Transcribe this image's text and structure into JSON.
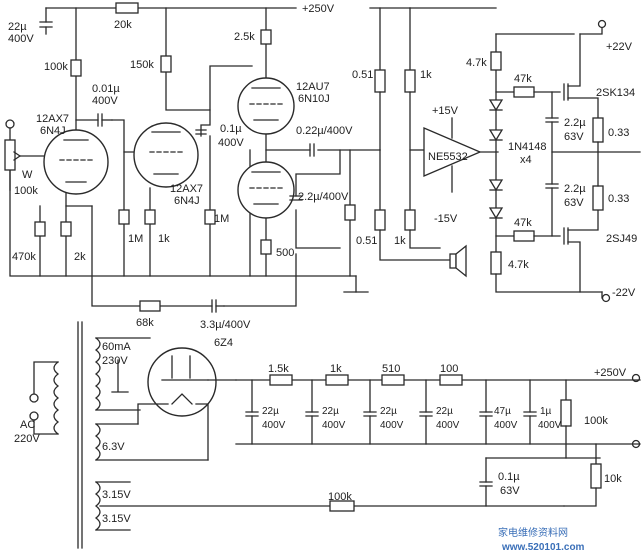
{
  "labels": {
    "c_22u_400": "22µ\n400V",
    "r_20k": "20k",
    "plus250_top": "+250V",
    "r_100k_1": "100k",
    "c_001": "0.01µ",
    "c_001_v": "400V",
    "r_150k": "150k",
    "r_25k": "2.5k",
    "v1_name": "12AX7",
    "v1_alt": "6N4J",
    "v3_name": "12AU7",
    "v3_alt": "6N10J",
    "c_01": "0.1µ",
    "c_01_v": "400V",
    "v2_name": "12AX7",
    "v2_alt": "6N4J",
    "c_022": "0.22µ/400V",
    "c_22_400": "2.2µ/400V",
    "pot_w": "W",
    "pot_100k": "100k",
    "r_470k": "470k",
    "r_2k": "2k",
    "r_1m_1": "1M",
    "r_1k_1": "1k",
    "r_1m_2": "1M",
    "r_500": "500",
    "r_051_top": "0.51",
    "r_1k_top": "1k",
    "r_051_bot": "0.51",
    "r_1k_bot": "1k",
    "opamp": "NE5532",
    "plus15": "+15V",
    "minus15": "-15V",
    "r_47k_top": "4.7k",
    "r_47k_r1": "47k",
    "diode": "1N4148",
    "diode_x": "x4",
    "c_22_63_1": "2.2µ",
    "c_22_63_1v": "63V",
    "c_22_63_2": "2.2µ",
    "c_22_63_2v": "63V",
    "r_47k_r2": "47k",
    "r_47k_bot": "4.7k",
    "plus22": "+22V",
    "minus22": "-22V",
    "q1": "2SK134",
    "q2": "2SJ49",
    "r_033_1": "0.33",
    "r_033_2": "0.33",
    "r_68k": "68k",
    "c_33": "3.3µ/400V",
    "t_60ma": "60mA",
    "t_230": "230V",
    "rect": "6Z4",
    "ac": "AC",
    "ac_v": "220V",
    "t_63": "6.3V",
    "t_315a": "3.15V",
    "t_315b": "3.15V",
    "ps_15k": "1.5k",
    "ps_1k": "1k",
    "ps_510": "510",
    "ps_100": "100",
    "plus250_ps": "+250V",
    "ps_c1": "22µ",
    "ps_c1v": "400V",
    "ps_c2": "22µ",
    "ps_c2v": "400V",
    "ps_c3": "22µ",
    "ps_c3v": "400V",
    "ps_c4": "22µ",
    "ps_c4v": "400V",
    "ps_c5": "47µ",
    "ps_c5v": "400V",
    "ps_c6": "1µ",
    "ps_c6v": "400V",
    "ps_100k_r": "100k",
    "ps_01": "0.1µ",
    "ps_63": "63V",
    "ps_10k": "10k",
    "ps_100k_h": "100k",
    "watermark_cn": "家电维修资料网",
    "watermark_url": "www.520101.com"
  }
}
